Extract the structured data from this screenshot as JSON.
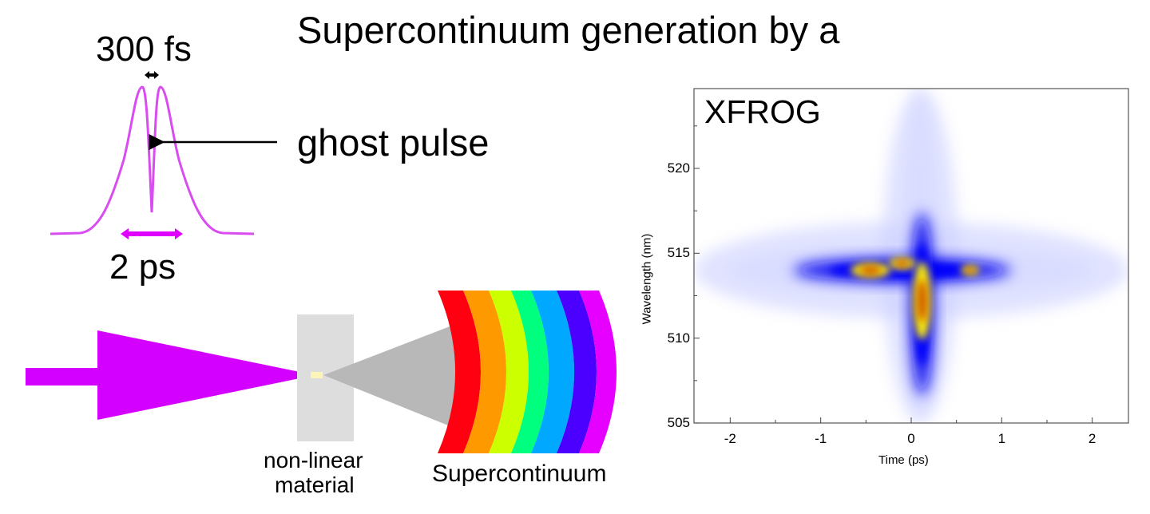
{
  "title": "Supercontinuum generation by a",
  "pulse": {
    "short_width_label": "300 fs",
    "ghost_label": "ghost pulse",
    "long_width_label": "2 ps",
    "color": "#d94cf0"
  },
  "setup": {
    "material_label_line1": "non-linear",
    "material_label_line2": "material",
    "output_label": "Supercontinuum",
    "beam_color": "#d400ff",
    "rainbow_colors": [
      "#ff0010",
      "#ff9900",
      "#ccff00",
      "#00ff7f",
      "#00a8ff",
      "#4b00ff",
      "#e600ff"
    ]
  },
  "chart_data": {
    "type": "heatmap",
    "title": "XFROG",
    "xlabel": "Time (ps)",
    "ylabel": "Wavelength (nm)",
    "xlim": [
      -2.4,
      2.4
    ],
    "ylim": [
      505,
      524.7
    ],
    "xticks": [
      "-2",
      "-1",
      "0",
      "1",
      "2"
    ],
    "xtick_values": [
      -2,
      -1,
      0,
      1,
      2
    ],
    "yticks": [
      "505",
      "510",
      "515",
      "520"
    ],
    "ytick_values": [
      505,
      510,
      515,
      520
    ],
    "features": [
      {
        "name": "horizontal-band",
        "t": 0,
        "wl": 514,
        "st": 1.6,
        "swl": 1.1,
        "level": "low"
      },
      {
        "name": "horizontal-band-core",
        "t": -0.1,
        "wl": 514,
        "st": 1.0,
        "swl": 0.6,
        "level": "mid"
      },
      {
        "name": "vertical-band",
        "t": 0.1,
        "wl": 514,
        "st": 0.16,
        "swl": 10,
        "level": "low"
      },
      {
        "name": "vertical-band-core",
        "t": 0.12,
        "wl": 512,
        "st": 0.11,
        "swl": 4.5,
        "level": "mid"
      },
      {
        "name": "peak-left",
        "t": -0.45,
        "wl": 514,
        "st": 0.22,
        "swl": 0.45,
        "level": "high"
      },
      {
        "name": "peak-center",
        "t": 0.12,
        "wl": 512.2,
        "st": 0.1,
        "swl": 2.3,
        "level": "high"
      },
      {
        "name": "peak-center-top",
        "t": -0.1,
        "wl": 514.4,
        "st": 0.15,
        "swl": 0.35,
        "level": "high"
      },
      {
        "name": "peak-right",
        "t": 0.65,
        "wl": 514,
        "st": 0.1,
        "swl": 0.3,
        "level": "high"
      }
    ]
  }
}
